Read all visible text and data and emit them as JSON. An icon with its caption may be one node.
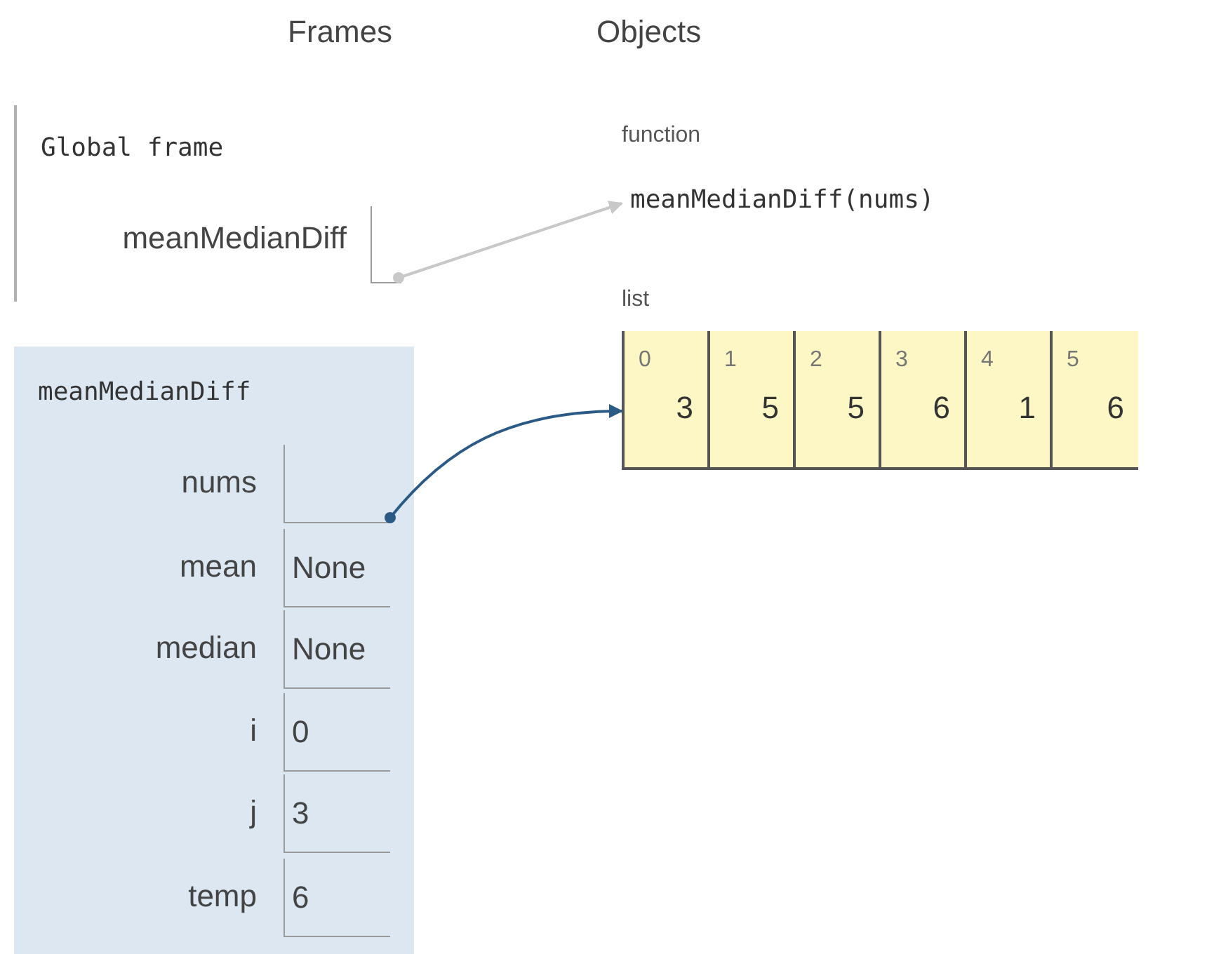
{
  "diagram": {
    "nodes": [
      {
        "text": [
          "Global frame"
        ]
      },
      {
        "text": [],
        "shape": "box",
        "in": 0,
        "beside": [
          "meanMedianDiff"
        ]
      },
      {
        "text": [
          "function",
          "meanMedianDiff(nums)"
        ]
      },
      {
        "text": [
          "list"
        ]
      },
      {
        "text": [
          "0",
          "3"
        ],
        "in": 3
      },
      {
        "text": [
          "1",
          "5"
        ],
        "in": 3
      },
      {
        "text": [
          "2",
          "5"
        ],
        "in": 3
      },
      {
        "text": [
          "3",
          "6"
        ],
        "in": 3
      },
      {
        "text": [
          "4",
          "1"
        ],
        "in": 3
      },
      {
        "text": [
          "5",
          "6"
        ],
        "in": 3
      },
      {
        "text": [
          "meanMedianDiff"
        ]
      },
      {
        "text": [],
        "shape": "box",
        "in": 10,
        "beside": [
          "nums"
        ]
      },
      {
        "text": [
          "None"
        ],
        "in": 10,
        "beside": [
          "mean"
        ]
      },
      {
        "text": [
          "None"
        ],
        "in": 10,
        "beside": [
          "median"
        ]
      },
      {
        "text": [
          "0"
        ],
        "in": 10,
        "beside": [
          "i"
        ]
      },
      {
        "text": [
          "3"
        ],
        "in": 10,
        "beside": [
          "j"
        ]
      },
      {
        "text": [
          "6"
        ],
        "in": 10,
        "beside": [
          "temp"
        ]
      }
    ],
    "edges": [
      {
        "from": 1,
        "to": 2,
        "arrow": "to",
        "color": "#c8c8c8"
      },
      {
        "from": 11,
        "to": 4,
        "arrow": "to",
        "color": "#2a5a85"
      }
    ],
    "labels": [
      "Frames",
      "Objects"
    ]
  }
}
